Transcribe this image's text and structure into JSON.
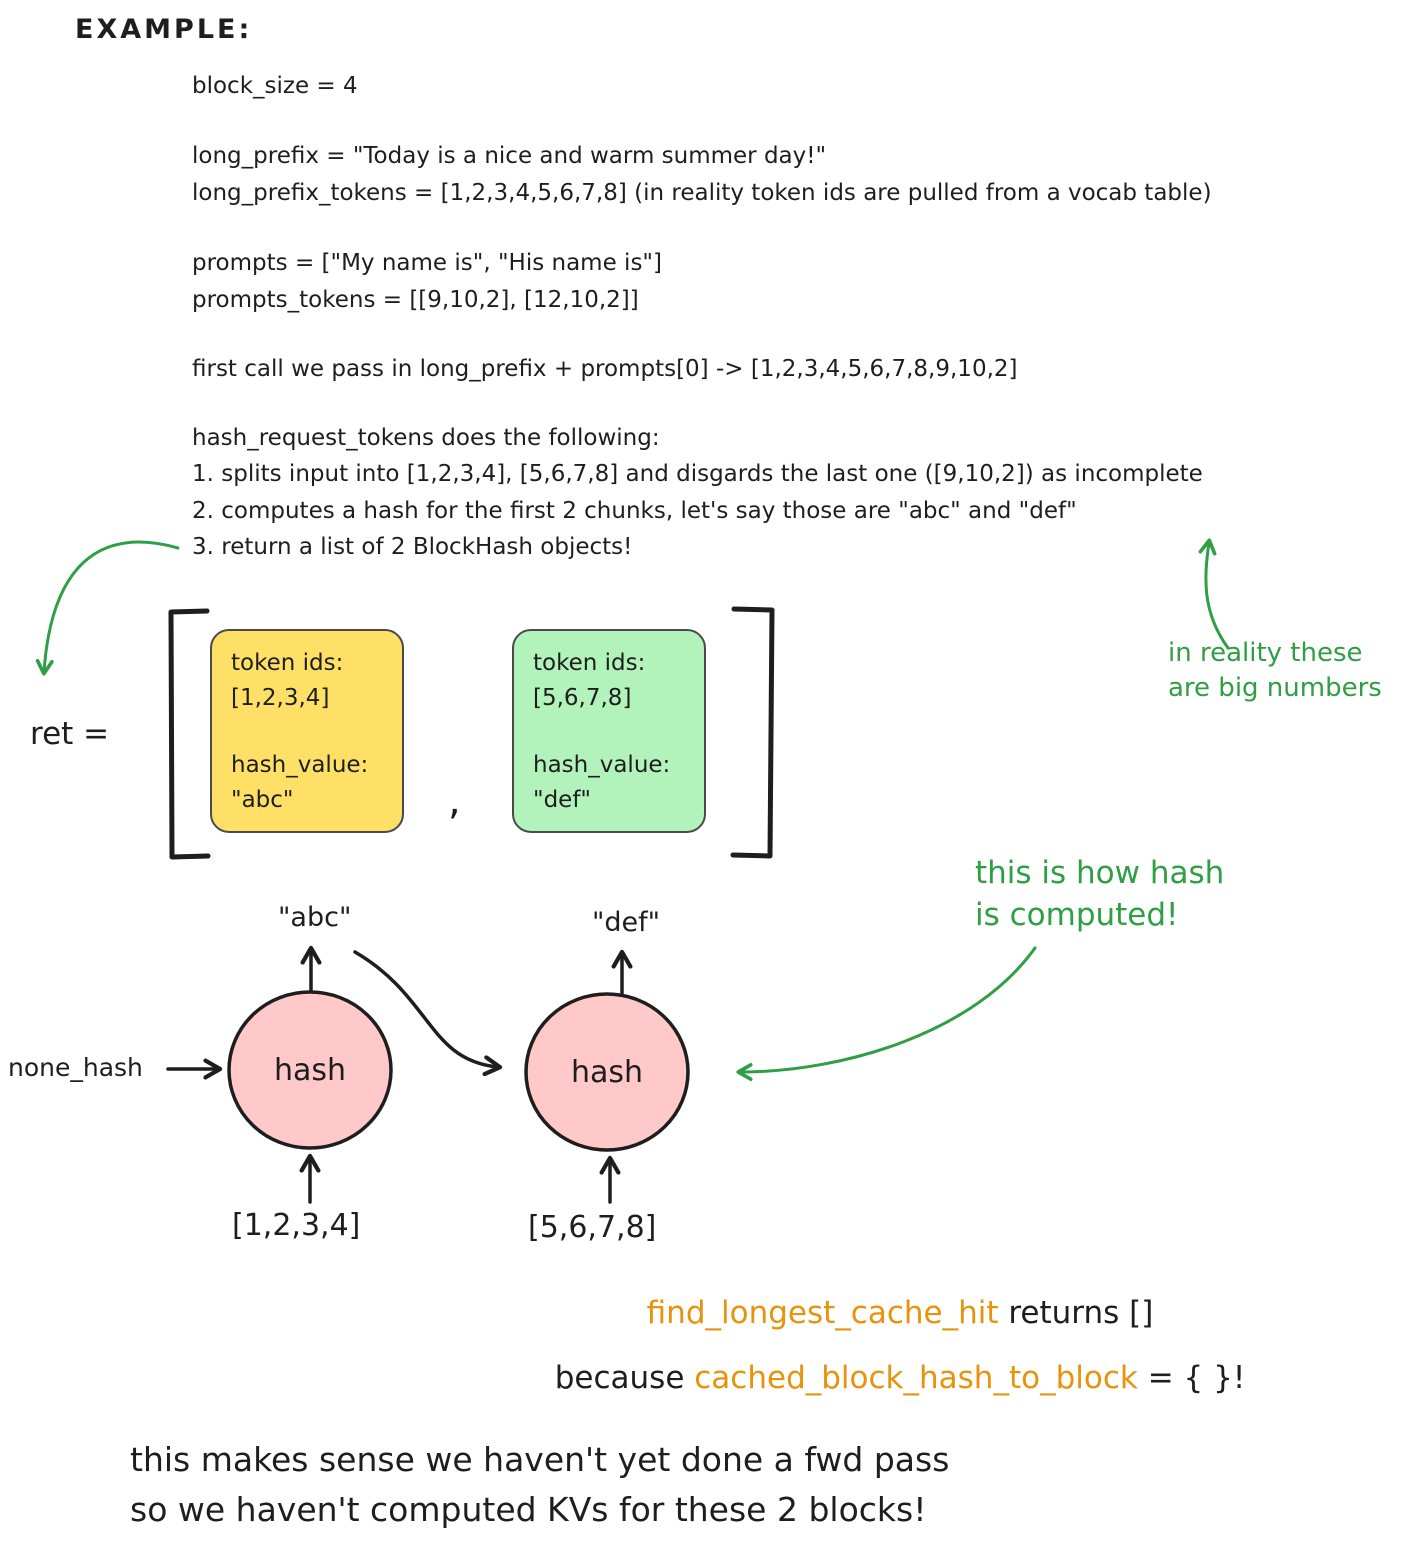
{
  "colors": {
    "ink": "#1e1e1e",
    "green": "#2f9e44",
    "orange": "#e8930c",
    "yellow_block": "#ffe066",
    "green_block": "#b2f2bb",
    "pink_circle": "#ffc9c9"
  },
  "heading": "EXAMPLE:",
  "code": {
    "block_size": "block_size = 4",
    "long_prefix": "long_prefix = \"Today is a nice and warm summer day!\"",
    "long_prefix_tokens": "long_prefix_tokens = [1,2,3,4,5,6,7,8] (in reality token ids are pulled from a vocab table)",
    "prompts": "prompts = [\"My name is\", \"His name is\"]",
    "prompts_tokens": "prompts_tokens = [[9,10,2], [12,10,2]]",
    "first_call": "first call we pass in long_prefix + prompts[0] -> [1,2,3,4,5,6,7,8,9,10,2]",
    "hash_intro": "hash_request_tokens does the following:",
    "step_1": "1. splits input into [1,2,3,4], [5,6,7,8] and disgards the last one ([9,10,2]) as incomplete",
    "step_2": "2. computes a hash for the first 2 chunks, let's say those are \"abc\" and \"def\"",
    "step_3": "3. return a list of 2 BlockHash objects!"
  },
  "big_numbers_note": {
    "line1": "in reality these",
    "line2": "are big numbers"
  },
  "ret_label": "ret =",
  "block_list": {
    "separator": ",",
    "blocks": [
      {
        "token_ids_label": "token ids:",
        "token_ids": "[1,2,3,4]",
        "hash_label": "hash_value:",
        "hash_value": "\"abc\"",
        "fill": "#ffe066"
      },
      {
        "token_ids_label": "token ids:",
        "token_ids": "[5,6,7,8]",
        "hash_label": "hash_value:",
        "hash_value": "\"def\"",
        "fill": "#b2f2bb"
      }
    ]
  },
  "hash_diagram": {
    "none_hash_label": "none_hash",
    "hash_node_label": "hash",
    "output_1": "\"abc\"",
    "output_2": "\"def\"",
    "input_1": "[1,2,3,4]",
    "input_2": "[5,6,7,8]"
  },
  "how_hash_note": {
    "line1": "this is how hash",
    "line2": "is computed!"
  },
  "cache_result": {
    "fn_name": "find_longest_cache_hit",
    "returns_text": "returns []",
    "because_text": "because",
    "map_name": "cached_block_hash_to_block",
    "equals_text": "= { }!"
  },
  "footer": {
    "line1": "this makes sense we haven't yet done a fwd pass",
    "line2": "so we haven't computed KVs for these 2 blocks!"
  }
}
